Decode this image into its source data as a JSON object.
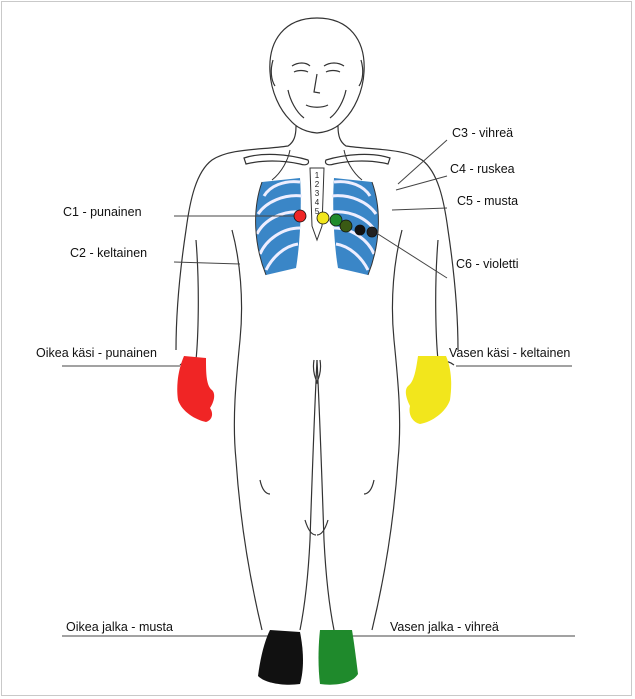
{
  "colors": {
    "red": "#f02525",
    "yellow": "#f2e61c",
    "black": "#111111",
    "green": "#1f8a2c",
    "brown": "#3a5a14",
    "violet": "#222222",
    "ribs_fill": "#2f7fc4"
  },
  "labels": {
    "c1": "C1 - punainen",
    "c2": "C2 - keltainen",
    "c3": "C3 - vihreä",
    "c4": "C4 - ruskea",
    "c5": "C5 - musta",
    "c6": "C6 - violetti",
    "right_hand": "Oikea käsi - punainen",
    "left_hand": "Vasen käsi - keltainen",
    "right_leg": "Oikea jalka - musta",
    "left_leg": "Vasen jalka - vihreä"
  },
  "sternum_numbers": [
    "1",
    "2",
    "3",
    "4",
    "5"
  ]
}
